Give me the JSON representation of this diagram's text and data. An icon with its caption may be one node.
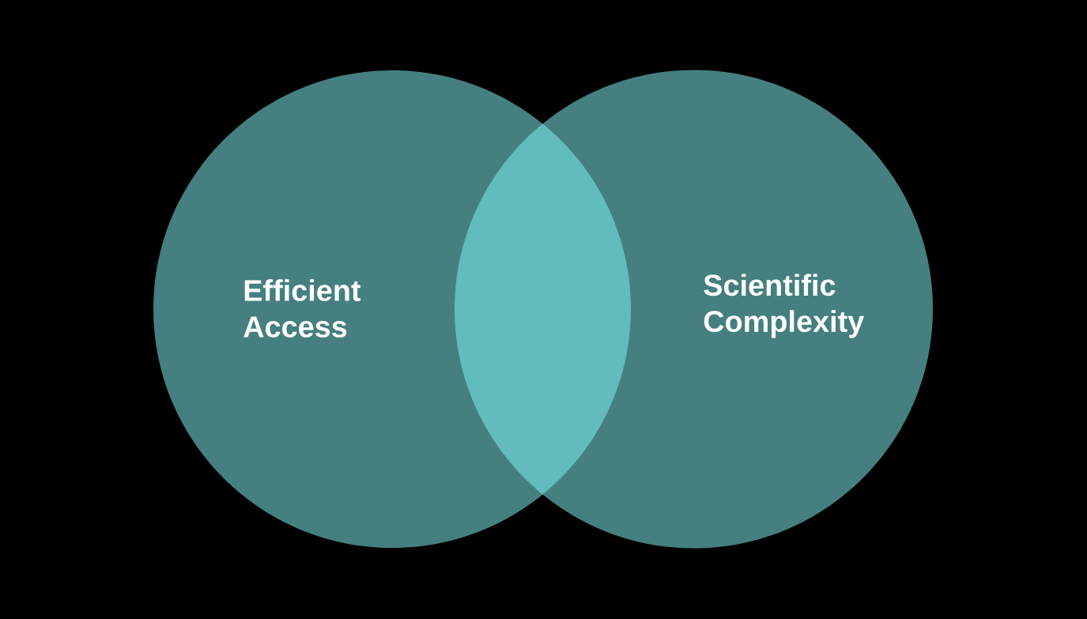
{
  "diagram": {
    "nodes": [
      {
        "text": [
          "Efficient Access"
        ]
      },
      {
        "text": [],
        "shape": "lens"
      },
      {
        "text": [
          "Scientific Complexity"
        ]
      }
    ]
  }
}
